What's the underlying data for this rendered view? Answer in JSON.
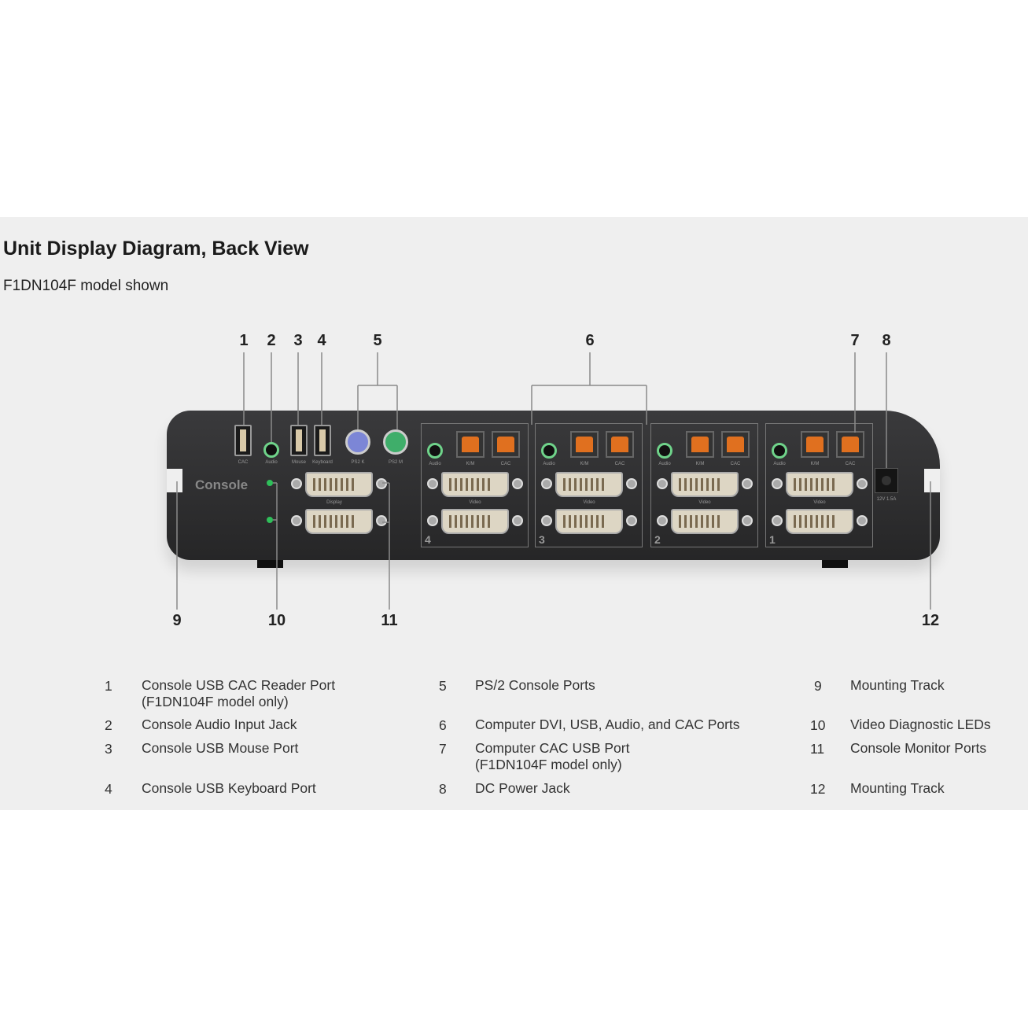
{
  "header": {
    "title": "Unit Display Diagram, Back View",
    "subtitle": "F1DN104F model shown"
  },
  "callouts": {
    "top": [
      "1",
      "2",
      "3",
      "4",
      "5",
      "6",
      "7",
      "8"
    ],
    "bottom": [
      "9",
      "10",
      "11",
      "12"
    ]
  },
  "device": {
    "console_label": "Console",
    "port_labels": {
      "cac": "CAC",
      "audio": "Audio",
      "mouse": "Mouse",
      "keyboard": "Keyboard",
      "ps2k": "PS2 K",
      "ps2m": "PS2 M",
      "display": "Display",
      "video": "Video",
      "km": "K/M",
      "power": "12V 1.5A"
    },
    "computer_panels": [
      "4",
      "3",
      "2",
      "1"
    ],
    "colors": {
      "usb_b": "#e0701f",
      "ps2_keyboard": "#7c86d6",
      "ps2_mouse": "#3fae6a",
      "audio": "#6fd38a"
    }
  },
  "legend": [
    {
      "num": "1",
      "text": "Console USB CAC Reader Port",
      "note": "(F1DN104F model only)"
    },
    {
      "num": "2",
      "text": "Console Audio Input Jack"
    },
    {
      "num": "3",
      "text": "Console USB Mouse Port"
    },
    {
      "num": "4",
      "text": "Console USB Keyboard Port"
    },
    {
      "num": "5",
      "text": "PS/2 Console Ports"
    },
    {
      "num": "6",
      "text": "Computer DVI, USB, Audio, and CAC Ports"
    },
    {
      "num": "7",
      "text": "Computer CAC USB Port",
      "note": "(F1DN104F model only)"
    },
    {
      "num": "8",
      "text": "DC Power Jack"
    },
    {
      "num": "9",
      "text": "Mounting Track"
    },
    {
      "num": "10",
      "text": "Video Diagnostic LEDs"
    },
    {
      "num": "11",
      "text": "Console Monitor Ports"
    },
    {
      "num": "12",
      "text": "Mounting Track"
    }
  ]
}
